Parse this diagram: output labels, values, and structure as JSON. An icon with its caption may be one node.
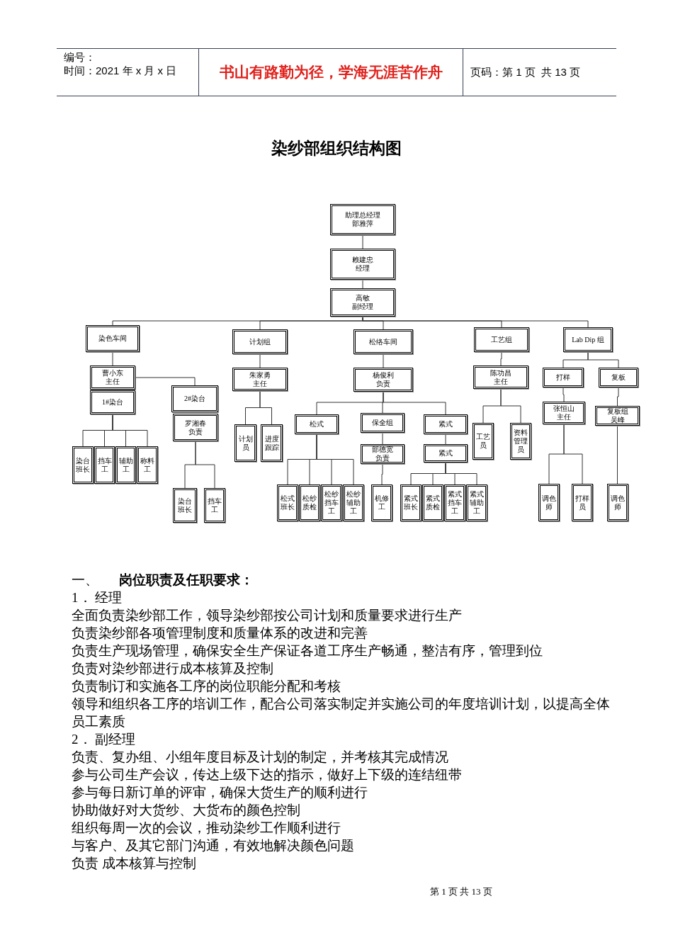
{
  "diagram": {
    "title": "染纱部组织结构图",
    "nodes": [
      {
        "text": [
          "助理总经理",
          "部雅萍"
        ]
      },
      {
        "text": [
          "赖建忠",
          "经理"
        ]
      },
      {
        "text": [
          "高敏",
          "副经理"
        ]
      },
      {
        "text": [
          "染色车间"
        ]
      },
      {
        "text": [
          "计划组"
        ]
      },
      {
        "text": [
          "松络车间"
        ]
      },
      {
        "text": [
          "工艺组"
        ]
      },
      {
        "text": [
          "Lab Dip 组"
        ]
      },
      {
        "text": [
          "曹小东",
          "主任"
        ]
      },
      {
        "text": [
          "1#染台"
        ]
      },
      {
        "text": [
          "2#染台"
        ]
      },
      {
        "text": [
          "罗湘春",
          "负责"
        ]
      },
      {
        "text": [
          "染台班长"
        ]
      },
      {
        "text": [
          "挡车工"
        ]
      },
      {
        "text": [
          "辅助工"
        ]
      },
      {
        "text": [
          "称料工"
        ]
      },
      {
        "text": [
          "染台班长"
        ]
      },
      {
        "text": [
          "挡车工"
        ]
      },
      {
        "text": [
          "朱家勇",
          "主任"
        ]
      },
      {
        "text": [
          "计划员"
        ]
      },
      {
        "text": [
          "进度跟踪"
        ]
      },
      {
        "text": [
          "杨俊利",
          "负责"
        ]
      },
      {
        "text": [
          "松式"
        ]
      },
      {
        "text": [
          "保全组"
        ]
      },
      {
        "text": [
          "紧式"
        ]
      },
      {
        "text": [
          "部德宽",
          "负责"
        ]
      },
      {
        "text": [
          "紧式"
        ]
      },
      {
        "text": [
          "松式班长"
        ]
      },
      {
        "text": [
          "松纱质检"
        ]
      },
      {
        "text": [
          "松纱挡车工"
        ]
      },
      {
        "text": [
          "松纱辅助工"
        ]
      },
      {
        "text": [
          "机修工"
        ]
      },
      {
        "text": [
          "紧式班长"
        ]
      },
      {
        "text": [
          "紧式质检"
        ]
      },
      {
        "text": [
          "紧式挡车工"
        ]
      },
      {
        "text": [
          "紧式辅助工"
        ]
      },
      {
        "text": [
          "陈功昌",
          "主任"
        ]
      },
      {
        "text": [
          "工艺员"
        ]
      },
      {
        "text": [
          "资料管理员"
        ]
      },
      {
        "text": [
          "打样"
        ]
      },
      {
        "text": [
          "复板"
        ]
      },
      {
        "text": [
          "张恒山",
          "主任"
        ]
      },
      {
        "text": [
          "复板组",
          "吴峰"
        ]
      },
      {
        "text": [
          "调色师"
        ]
      },
      {
        "text": [
          "打样员"
        ]
      },
      {
        "text": [
          "调色师"
        ]
      }
    ],
    "edges": [
      {
        "from": 0,
        "to": 1,
        "arrow": "none"
      },
      {
        "from": 1,
        "to": 2,
        "arrow": "none"
      },
      {
        "from": 2,
        "to": 3,
        "arrow": "none"
      },
      {
        "from": 2,
        "to": 4,
        "arrow": "none"
      },
      {
        "from": 2,
        "to": 5,
        "arrow": "none"
      },
      {
        "from": 2,
        "to": 6,
        "arrow": "none"
      },
      {
        "from": 2,
        "to": 7,
        "arrow": "none"
      },
      {
        "from": 3,
        "to": 8,
        "arrow": "none"
      },
      {
        "from": 8,
        "to": 10,
        "arrow": "none"
      },
      {
        "from": 9,
        "to": 12,
        "arrow": "none"
      },
      {
        "from": 9,
        "to": 13,
        "arrow": "none"
      },
      {
        "from": 9,
        "to": 14,
        "arrow": "none"
      },
      {
        "from": 9,
        "to": 15,
        "arrow": "none"
      },
      {
        "from": 11,
        "to": 16,
        "arrow": "none"
      },
      {
        "from": 11,
        "to": 17,
        "arrow": "none"
      },
      {
        "from": 4,
        "to": 18,
        "arrow": "none"
      },
      {
        "from": 18,
        "to": 19,
        "arrow": "none"
      },
      {
        "from": 18,
        "to": 20,
        "arrow": "none"
      },
      {
        "from": 5,
        "to": 21,
        "arrow": "none"
      },
      {
        "from": 21,
        "to": 22,
        "arrow": "none"
      },
      {
        "from": 21,
        "to": 23,
        "arrow": "none"
      },
      {
        "from": 21,
        "to": 24,
        "arrow": "none"
      },
      {
        "from": 22,
        "to": 27,
        "arrow": "none"
      },
      {
        "from": 22,
        "to": 28,
        "arrow": "none"
      },
      {
        "from": 22,
        "to": 29,
        "arrow": "none"
      },
      {
        "from": 22,
        "to": 30,
        "arrow": "none"
      },
      {
        "from": 23,
        "to": 25,
        "arrow": "none"
      },
      {
        "from": 25,
        "to": 31,
        "arrow": "none"
      },
      {
        "from": 24,
        "to": 26,
        "arrow": "none"
      },
      {
        "from": 26,
        "to": 32,
        "arrow": "none"
      },
      {
        "from": 26,
        "to": 33,
        "arrow": "none"
      },
      {
        "from": 26,
        "to": 34,
        "arrow": "none"
      },
      {
        "from": 26,
        "to": 35,
        "arrow": "none"
      },
      {
        "from": 6,
        "to": 36,
        "arrow": "none"
      },
      {
        "from": 36,
        "to": 37,
        "arrow": "none"
      },
      {
        "from": 36,
        "to": 38,
        "arrow": "none"
      },
      {
        "from": 7,
        "to": 39,
        "arrow": "none"
      },
      {
        "from": 7,
        "to": 40,
        "arrow": "none"
      },
      {
        "from": 39,
        "to": 41,
        "arrow": "none"
      },
      {
        "from": 41,
        "to": 43,
        "arrow": "none"
      },
      {
        "from": 41,
        "to": 44,
        "arrow": "none"
      },
      {
        "from": 40,
        "to": 42,
        "arrow": "none"
      },
      {
        "from": 42,
        "to": 45,
        "arrow": "none"
      }
    ],
    "labels": [
      "编号：",
      "时间：2021 年 x 月 x 日",
      "书山有路勤为径，学海无涯苦作舟",
      "页码：第 1 页  共 13 页",
      "一、",
      "岗位职责及任职要求：",
      "1． 经理",
      "全面负责染纱部工作，领导染纱部按公司计划和质量要求进行生产",
      "负责染纱部各项管理制度和质量体系的改进和完善",
      "负责生产现场管理，确保安全生产保证各道工序生产畅通，整洁有序，管理到位",
      "负责对染纱部进行成本核算及控制",
      "负责制订和实施各工序的岗位职能分配和考核",
      "领导和组织各工序的培训工作，配合公司落实制定并实施公司的年度培训计划，以提高全体员工素质",
      "2． 副经理",
      "负责、复办组、小组年度目标及计划的制定，并考核其完成情况",
      "参与公司生产会议，传达上级下达的指示，做好上下级的连结纽带",
      "参与每日新订单的评审，确保大货生产的顺利进行",
      "协助做好对大货纱、大货布的颜色控制",
      "组织每周一次的会议，推动染纱工作顺利进行",
      "与客户、及其它部门沟通，有效地解决颜色问题",
      "负责 成本核算与控制",
      "第 1 页 共 13 页"
    ]
  }
}
